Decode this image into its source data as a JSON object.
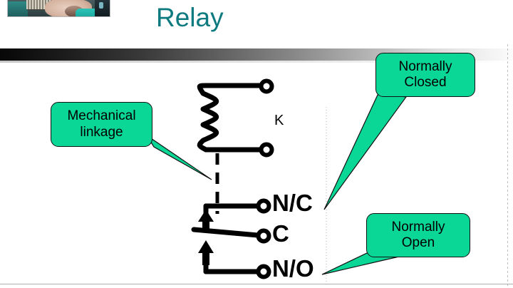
{
  "slide": {
    "title": "Relay",
    "title_color": "#0d7a7f",
    "background_color": "#ffffff",
    "accent_color": "#0ad695"
  },
  "webcam": {
    "name": "presenter-webcam-thumbnail",
    "alt": "presenter webcam video thumbnail"
  },
  "callouts": [
    {
      "id": "mechanical",
      "lines": [
        "Mechanical",
        "linkage"
      ],
      "fill": "#0ad695",
      "text_color": "#000000"
    },
    {
      "id": "normally_closed",
      "lines": [
        "Normally",
        "Closed"
      ],
      "fill": "#0ad695",
      "text_color": "#000000"
    },
    {
      "id": "normally_open",
      "lines": [
        "Normally",
        "Open"
      ],
      "fill": "#0ad695",
      "text_color": "#000000"
    }
  ],
  "schematic": {
    "name": "relay-schematic",
    "coil_designator": "K",
    "contact_labels": {
      "normally_closed": "N/C",
      "common": "C",
      "normally_open": "N/O"
    },
    "stroke_color": "#000000",
    "linkage_style": "dashed"
  }
}
